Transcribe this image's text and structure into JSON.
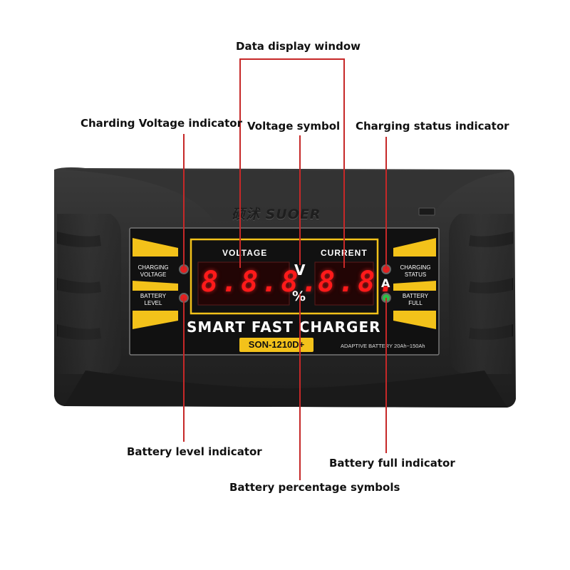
{
  "callouts": {
    "data_display_window": "Data display window",
    "charging_voltage_indicator": "Charding Voltage indicator",
    "voltage_symbol": "Voltage symbol",
    "charging_status_indicator": "Charging status indicator",
    "battery_level_indicator": "Battery level indicator",
    "battery_full_indicator": "Battery full indicator",
    "battery_percentage_symbols": "Battery percentage symbols"
  },
  "device": {
    "brand": "硕沭 SUOER",
    "voltage_header": "VOLTAGE",
    "current_header": "CURRENT",
    "voltage_digits": "8.8.8.",
    "current_digits": "8.8.",
    "voltage_unit": "V",
    "percent_unit": "%",
    "current_unit": "A",
    "left_top_label": "CHARGING VOLTAGE",
    "left_bottom_label": "BATTERY LEVEL",
    "right_top_label": "CHARGING STATUS",
    "right_bottom_label": "BATTERY FULL",
    "product_name": "SMART FAST CHARGER",
    "model": "SON-1210D+",
    "adaptive": "ADAPTIVE BATTERY 20Ah~150Ah",
    "led_colors": {
      "red": "#e32020",
      "green": "#2fbf4a",
      "accent": "#f3c21a"
    }
  }
}
